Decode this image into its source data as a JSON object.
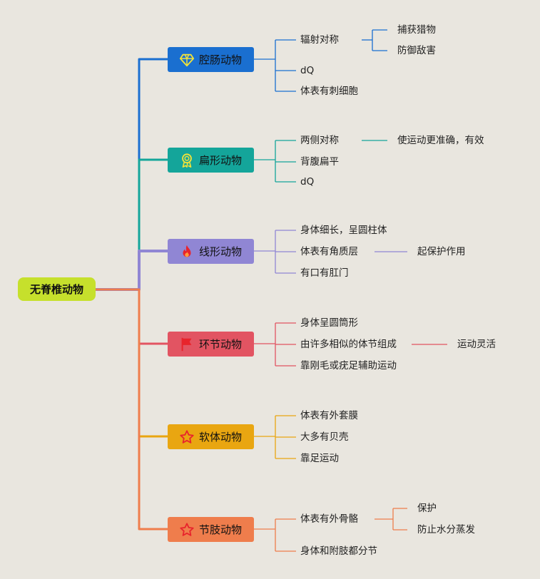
{
  "root": {
    "label": "无脊椎动物",
    "color": "#c6e02c"
  },
  "branches": [
    {
      "label": "腔肠动物",
      "color": "#1a6fd0",
      "icon": "diamond-icon",
      "items": [
        {
          "text": "辐射对称",
          "children": [
            "捕获猎物",
            "防御敌害"
          ]
        },
        {
          "text": "dQ",
          "children": []
        },
        {
          "text": "体表有刺细胞",
          "children": []
        }
      ]
    },
    {
      "label": "扁形动物",
      "color": "#14a59a",
      "icon": "award-ribbon-icon",
      "items": [
        {
          "text": "两侧对称",
          "children": [
            "使运动更准确，有效"
          ]
        },
        {
          "text": "背腹扁平",
          "children": []
        },
        {
          "text": "dQ",
          "children": []
        }
      ]
    },
    {
      "label": "线形动物",
      "color": "#9086d4",
      "icon": "flame-icon",
      "items": [
        {
          "text": "身体细长，呈圆柱体",
          "children": []
        },
        {
          "text": "体表有角质层",
          "children": [
            "起保护作用"
          ]
        },
        {
          "text": "有口有肛门",
          "children": []
        }
      ]
    },
    {
      "label": "环节动物",
      "color": "#e25462",
      "icon": "flag-icon",
      "items": [
        {
          "text": "身体呈圆筒形",
          "children": []
        },
        {
          "text": "由许多相似的体节组成",
          "children": [
            "运动灵活"
          ]
        },
        {
          "text": "靠刚毛或疣足辅助运动",
          "children": []
        }
      ]
    },
    {
      "label": "软体动物",
      "color": "#e9a611",
      "icon": "star-icon",
      "items": [
        {
          "text": "体表有外套膜",
          "children": []
        },
        {
          "text": "大多有贝壳",
          "children": []
        },
        {
          "text": "靠足运动",
          "children": []
        }
      ]
    },
    {
      "label": "节肢动物",
      "color": "#ef7d4c",
      "icon": "star-icon",
      "items": [
        {
          "text": "体表有外骨骼",
          "children": [
            "保护",
            "防止水分蒸发"
          ]
        },
        {
          "text": "身体和附肢都分节",
          "children": []
        }
      ]
    }
  ]
}
